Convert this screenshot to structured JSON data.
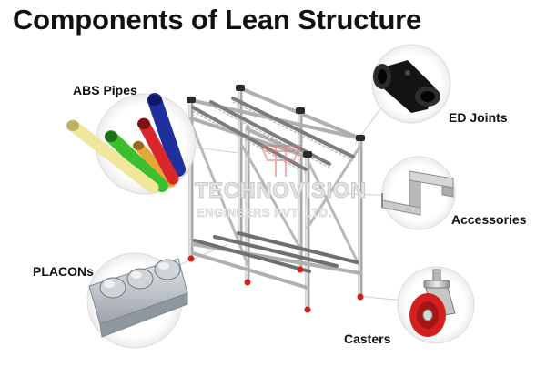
{
  "title": "Components of Lean Structure",
  "labels": {
    "abs_pipes": "ABS Pipes",
    "ed_joints": "ED Joints",
    "accessories": "Accessories",
    "placons": "PLACONs",
    "casters": "Casters"
  },
  "watermark": {
    "line1": "TECHNOVISION",
    "line2": "ENGINEERS PVT. LTD."
  },
  "colors": {
    "pipe_yellow": "#f1e79a",
    "pipe_green": "#3bbf2e",
    "pipe_red": "#d8262b",
    "pipe_orange": "#e5a63a",
    "pipe_blue": "#1f2f9c",
    "joint_black": "#141414",
    "frame_grey": "#b5b5b5",
    "caster_red": "#d3201f",
    "logo_red": "#e07070"
  }
}
